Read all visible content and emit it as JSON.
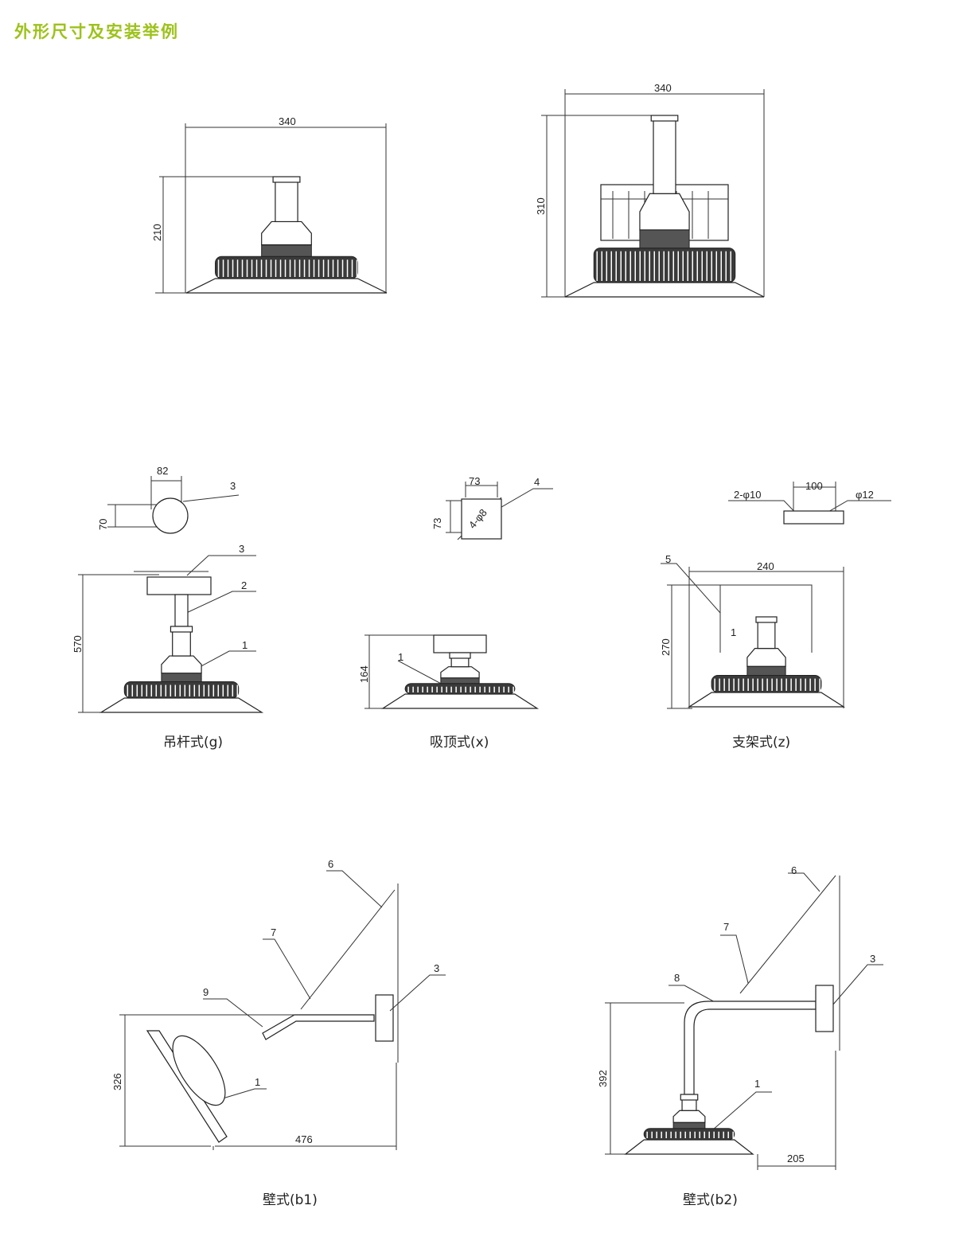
{
  "title": "外形尺寸及安装举例",
  "fig_top_left": {
    "width": "340",
    "height": "210"
  },
  "fig_top_right": {
    "width": "340",
    "height": "310"
  },
  "fig_g": {
    "caption": "吊杆式(g)",
    "clamp_width": "82",
    "clamp_height": "70",
    "clamp_part": "3",
    "part3": "3",
    "part2": "2",
    "part1": "1",
    "height": "570"
  },
  "fig_x": {
    "caption": "吸顶式(x)",
    "box_width": "73",
    "box_height": "73",
    "holes": "4-φ8",
    "part4": "4",
    "part1": "1",
    "height": "164"
  },
  "fig_z": {
    "caption": "支架式(z)",
    "holes": "2-φ10",
    "spacing": "100",
    "hole_center": "φ12",
    "part5": "5",
    "width": "240",
    "height": "270",
    "part1": "1"
  },
  "fig_b1": {
    "caption": "壁式(b1)",
    "part6": "6",
    "part7": "7",
    "part3": "3",
    "part9": "9",
    "part1": "1",
    "height": "326",
    "width": "476"
  },
  "fig_b2": {
    "caption": "壁式(b2)",
    "part6": "6",
    "part7": "7",
    "part8": "8",
    "part3": "3",
    "part1": "1",
    "height": "392",
    "width": "205"
  }
}
